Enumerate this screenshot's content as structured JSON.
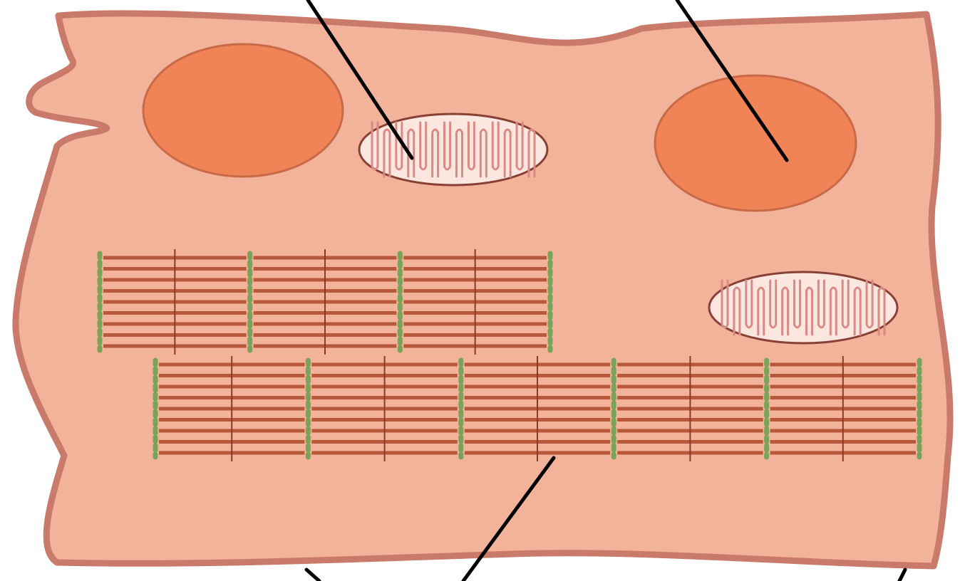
{
  "diagram": {
    "labels": [],
    "colors": {
      "background": "#ffffff",
      "cytoplasm": "#f3b39b",
      "membrane": "#c97a6a",
      "nucleus_fill": "#f08456",
      "nucleus_edge": "#c86a47",
      "mito_fill": "#fbe7e0",
      "mito_edge": "#8a3f34",
      "mito_cristae": "#d98a84",
      "myofilament": "#b8583a",
      "m_line": "#8b3a28",
      "z_disc": "#7aa35a",
      "leader_line": "#000000"
    },
    "structures": {
      "nuclei": 2,
      "mitochondria": 2,
      "myofibrils": 2,
      "sarcomeres_per_myofibril": [
        3,
        5
      ]
    }
  }
}
